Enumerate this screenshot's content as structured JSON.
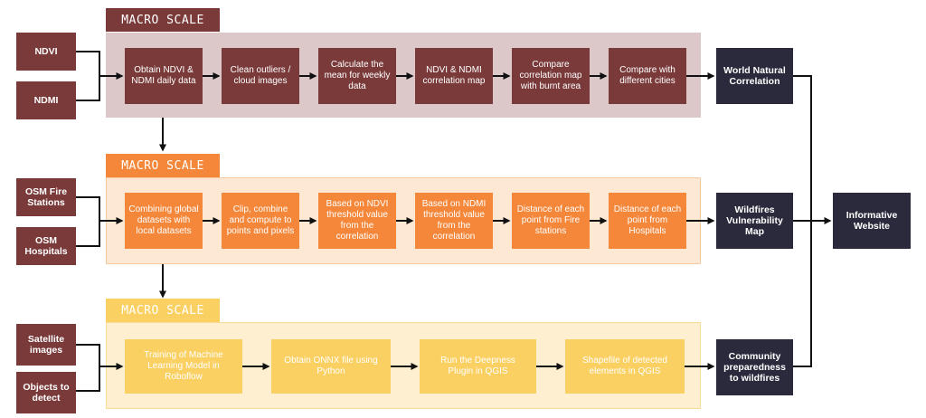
{
  "scale_tabs": [
    "MACRO SCALE",
    "MACRO SCALE",
    "MACRO SCALE"
  ],
  "row1": {
    "inputs": [
      "NDVI",
      "NDMI"
    ],
    "steps": [
      "Obtain NDVI & NDMI daily data",
      "Clean outliers / cloud images",
      "Calculate the mean for weekly data",
      "NDVI & NDMI correlation map",
      "Compare correlation map with burnt area",
      "Compare with different cities"
    ],
    "output": "World Natural Correlation"
  },
  "row2": {
    "inputs": [
      "OSM Fire Stations",
      "OSM Hospitals"
    ],
    "steps": [
      "Combining global datasets with local datasets",
      "Clip, combine and compute to points and pixels",
      "Based on NDVI threshold value from the correlation",
      "Based on NDMI threshold value from the correlation",
      "Distance of each point from Fire stations",
      "Distance of each point from Hospitals"
    ],
    "output": "Wildfires Vulnerability Map"
  },
  "row3": {
    "inputs": [
      "Satellite images",
      "Objects to detect"
    ],
    "steps": [
      "Training of Machine Learning Model in Roboflow",
      "Obtain ONNX file using Python",
      "Run the Deepness Plugin in QGIS",
      "Shapefile of detected elements in QGIS"
    ],
    "output": "Community preparedness to wildfires"
  },
  "final_output": "Informative Website",
  "colors": {
    "macro_dark": "#7a3a3a",
    "macro_band": "#dcc8c8",
    "meso_orange": "#f4873a",
    "meso_band": "#fde8d4",
    "micro_yellow": "#fbd062",
    "micro_band": "#fdefcf",
    "output_navy": "#2b2a3d",
    "arrow": "#111111"
  }
}
